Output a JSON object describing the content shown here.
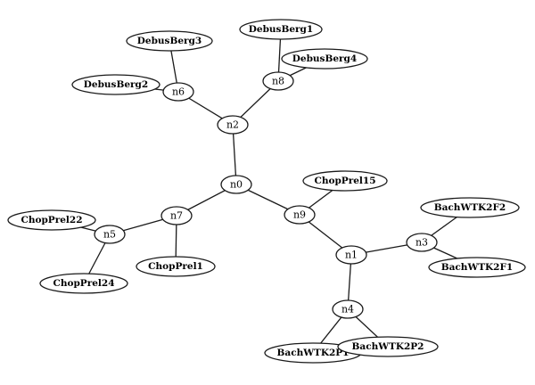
{
  "graph": {
    "nodes": [
      {
        "id": "n0",
        "label": "n0"
      },
      {
        "id": "n1",
        "label": "n1"
      },
      {
        "id": "n2",
        "label": "n2"
      },
      {
        "id": "n3",
        "label": "n3"
      },
      {
        "id": "n4",
        "label": "n4"
      },
      {
        "id": "n5",
        "label": "n5"
      },
      {
        "id": "n6",
        "label": "n6"
      },
      {
        "id": "n7",
        "label": "n7"
      },
      {
        "id": "n8",
        "label": "n8"
      },
      {
        "id": "n9",
        "label": "n9"
      },
      {
        "id": "debusberg1",
        "label": "DebusBerg1"
      },
      {
        "id": "debusberg2",
        "label": "DebusBerg2"
      },
      {
        "id": "debusberg3",
        "label": "DebusBerg3"
      },
      {
        "id": "debusberg4",
        "label": "DebusBerg4"
      },
      {
        "id": "chopprel15",
        "label": "ChopPrel15"
      },
      {
        "id": "chopprel22",
        "label": "ChopPrel22"
      },
      {
        "id": "chopprel24",
        "label": "ChopPrel24"
      },
      {
        "id": "chopprel1",
        "label": "ChopPrel1"
      },
      {
        "id": "bachwtk2f2",
        "label": "BachWTK2F2"
      },
      {
        "id": "bachwtk2f1",
        "label": "BachWTK2F1"
      },
      {
        "id": "bachwtk2p1",
        "label": "BachWTK2P1"
      },
      {
        "id": "bachwtk2p2",
        "label": "BachWTK2P2"
      }
    ],
    "edges": [
      [
        "n0",
        "n2"
      ],
      [
        "n0",
        "n7"
      ],
      [
        "n0",
        "n9"
      ],
      [
        "n2",
        "n6"
      ],
      [
        "n2",
        "n8"
      ],
      [
        "n6",
        "debusberg3"
      ],
      [
        "n6",
        "debusberg2"
      ],
      [
        "n8",
        "debusberg1"
      ],
      [
        "n8",
        "debusberg4"
      ],
      [
        "n7",
        "n5"
      ],
      [
        "n7",
        "chopprel1"
      ],
      [
        "n5",
        "chopprel22"
      ],
      [
        "n5",
        "chopprel24"
      ],
      [
        "n9",
        "chopprel15"
      ],
      [
        "n9",
        "n1"
      ],
      [
        "n1",
        "n3"
      ],
      [
        "n1",
        "n4"
      ],
      [
        "n3",
        "bachwtk2f2"
      ],
      [
        "n3",
        "bachwtk2f1"
      ],
      [
        "n4",
        "bachwtk2p1"
      ],
      [
        "n4",
        "bachwtk2p2"
      ]
    ]
  }
}
